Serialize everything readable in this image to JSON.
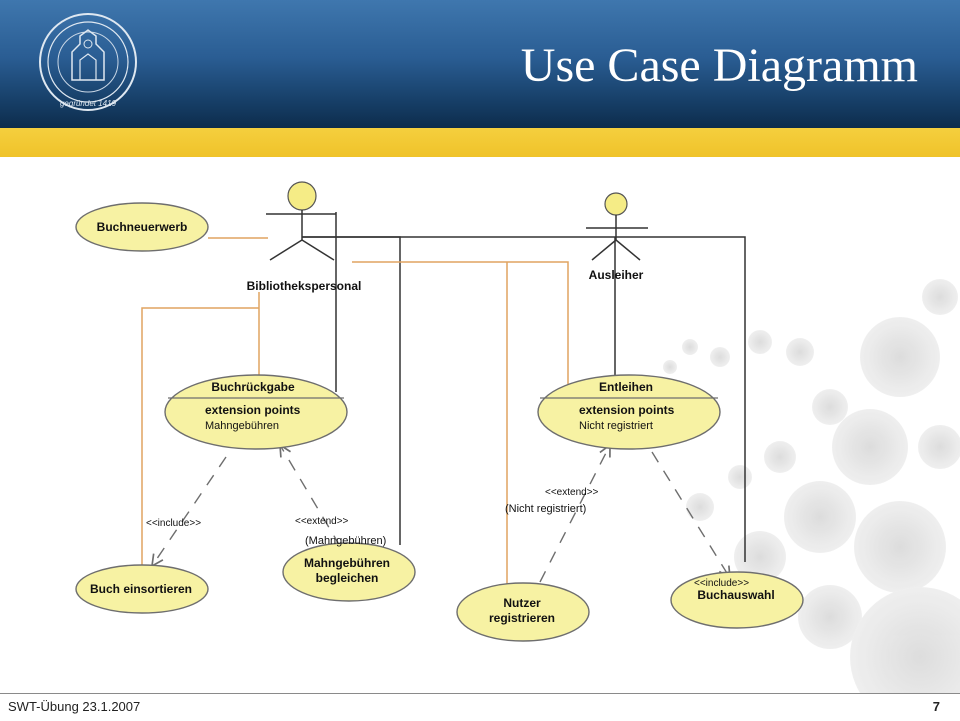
{
  "slide": {
    "title": "Use Case Diagramm",
    "seal_text": "gegründet 1419",
    "footer": "SWT-Übung 23.1.2007",
    "page_number": "7"
  },
  "colors": {
    "header_blue": "#2a5d93",
    "band_yellow": "#efc32a",
    "usecase_fill": "#f7f2a3",
    "usecase_stroke": "#6e6e6e",
    "actor_line_orange": "#e0a460",
    "actor_line_dark": "#333333"
  },
  "diagram": {
    "actors": [
      {
        "label": "Bibliothekspersonal"
      },
      {
        "label": "Ausleiher"
      }
    ],
    "use_cases": [
      {
        "name": "Buchneuerwerb"
      },
      {
        "name": "Buchrückgabe",
        "ext_title": "extension points",
        "ext_value": "Mahngebühren"
      },
      {
        "name": "Entleihen",
        "ext_title": "extension points",
        "ext_value": "Nicht registriert"
      },
      {
        "name": "Buch einsortieren"
      },
      {
        "name_line1": "Mahngebühren",
        "name_line2": "begleichen"
      },
      {
        "name_line1": "Nutzer",
        "name_line2": "registrieren"
      },
      {
        "name": "Buchauswahl"
      }
    ],
    "relation_labels": {
      "include_left": "<<include>>",
      "extend_left": "<<extend>>",
      "extend_left_cond": "(Mahngebühren)",
      "extend_right": "<<extend>>",
      "extend_right_cond": "(Nicht registriert)",
      "include_right": "<<include>>"
    }
  }
}
